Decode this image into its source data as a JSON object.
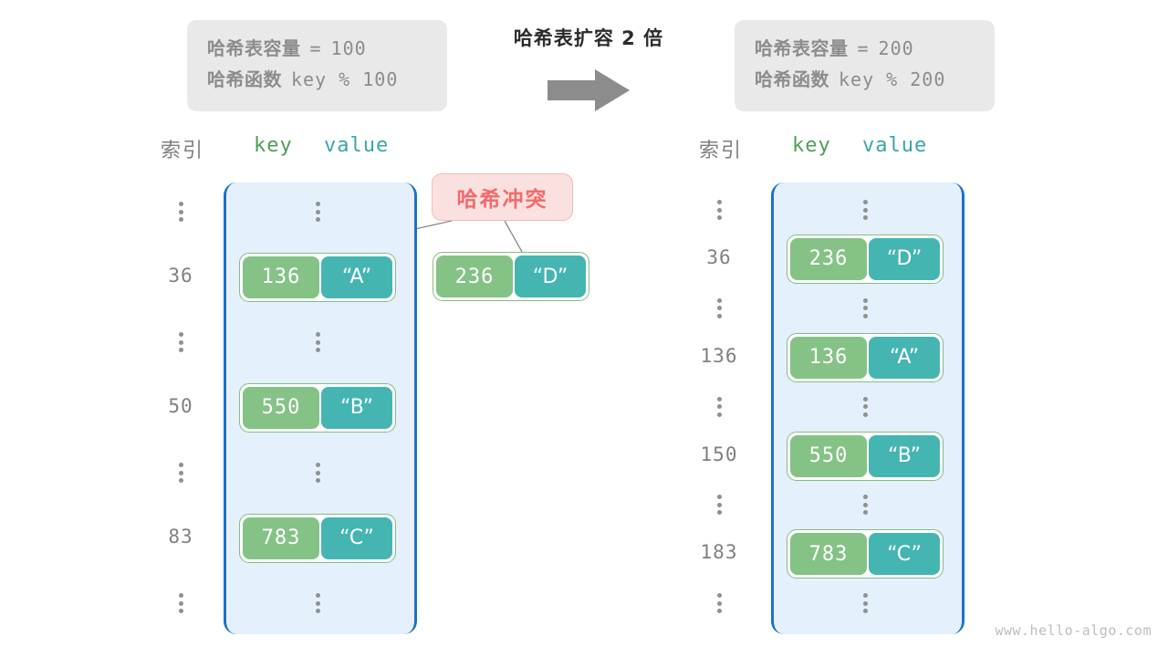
{
  "info_left": {
    "capacity_label": "哈希表容量",
    "capacity_eq": "=",
    "capacity_value": "100",
    "hashfn_label": "哈希函数",
    "hashfn_expr": "key % 100"
  },
  "info_right": {
    "capacity_label": "哈希表容量",
    "capacity_eq": "=",
    "capacity_value": "200",
    "hashfn_label": "哈希函数",
    "hashfn_expr": "key % 200"
  },
  "middle": {
    "caption": "哈希表扩容 2 倍",
    "arrow_icon": "right-arrow-icon"
  },
  "collision": {
    "label": "哈希冲突"
  },
  "headers": {
    "index": "索引",
    "key": "key",
    "value": "value"
  },
  "left_table": {
    "rows": [
      {
        "index": "⋮",
        "type": "dots"
      },
      {
        "index": "36",
        "type": "pair",
        "key": "136",
        "value": "“A”"
      },
      {
        "index": "⋮",
        "type": "dots"
      },
      {
        "index": "50",
        "type": "pair",
        "key": "550",
        "value": "“B”"
      },
      {
        "index": "⋮",
        "type": "dots"
      },
      {
        "index": "83",
        "type": "pair",
        "key": "783",
        "value": "“C”"
      },
      {
        "index": "⋮",
        "type": "dots"
      }
    ]
  },
  "right_table": {
    "rows": [
      {
        "index": "⋮",
        "type": "dots"
      },
      {
        "index": "36",
        "type": "pair",
        "key": "236",
        "value": "“D”"
      },
      {
        "index": "⋮",
        "type": "dots"
      },
      {
        "index": "136",
        "type": "pair",
        "key": "136",
        "value": "“A”"
      },
      {
        "index": "⋮",
        "type": "dots"
      },
      {
        "index": "150",
        "type": "pair",
        "key": "550",
        "value": "“B”"
      },
      {
        "index": "⋮",
        "type": "dots"
      },
      {
        "index": "183",
        "type": "pair",
        "key": "783",
        "value": "“C”"
      },
      {
        "index": "⋮",
        "type": "dots"
      }
    ]
  },
  "colliding_entry": {
    "key": "236",
    "value": "“D”"
  },
  "watermark": "www.hello-algo.com",
  "colors": {
    "key_pill": "#85c286",
    "value_pill": "#45b5b2",
    "bucket_fill": "#e4f0fb",
    "bucket_border": "#1b72c4",
    "collision_bg": "#fbe0e0",
    "collision_text": "#f26a6a",
    "info_bg": "#e9e9e9",
    "arrow": "#8c8c8c"
  }
}
